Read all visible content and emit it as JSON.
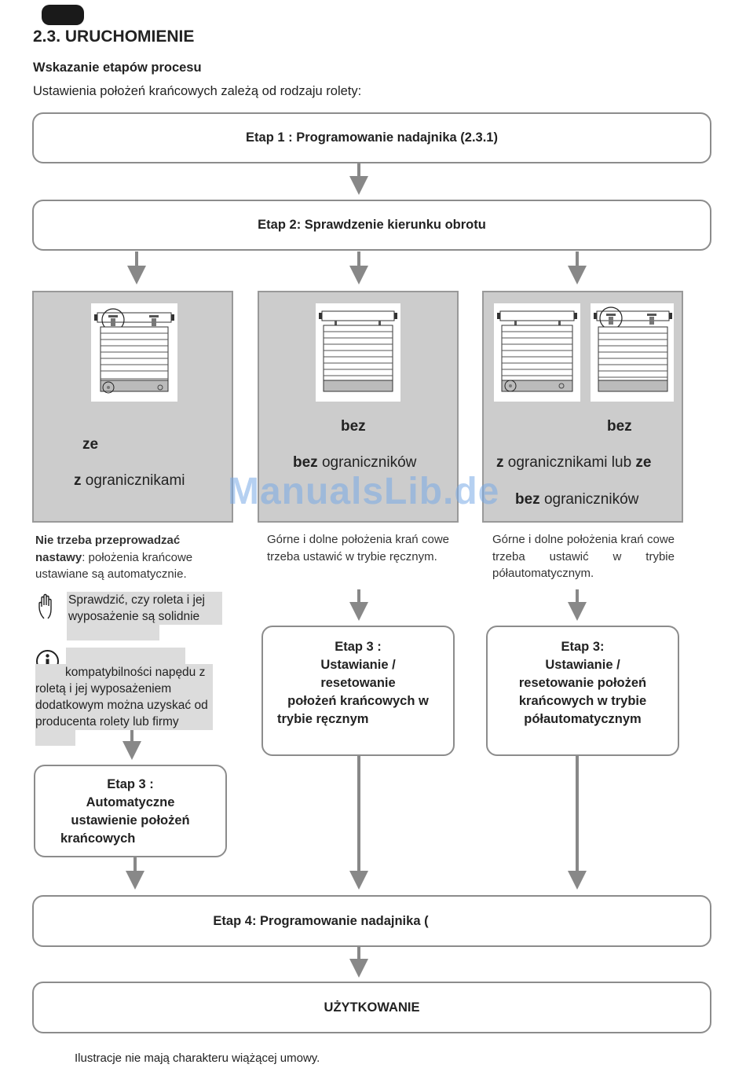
{
  "section_title": "2.3. URUCHOMIENIE",
  "subtitle": "Wskazanie etapów procesu",
  "intro": "Ustawienia położeń krańcowych zależą od rodzaju rolety:",
  "stage1": "Etap 1 : Programowanie nadajnika (2.3.1)",
  "stage2": "Etap 2: Sprawdzenie kierunku obrotu",
  "col1": {
    "line1": "ze",
    "line2_bold": "z",
    "line2_rest": " ogranicznikami",
    "desc_bold": "Nie trzeba przeprowadzać nastawy",
    "desc_rest": ": położenia krańcowe ustawiane są automatycznie.",
    "note_hand": "Sprawdzić, czy roleta i jej wyposażenie są solidnie",
    "note_info": "kompatybilności napędu z roletą i jej wyposażeniem dodatkowym można uzyskać od producenta rolety lub firmy",
    "stage3": [
      "Etap 3  :",
      "Automatyczne",
      "ustawienie położeń",
      "krańcowych"
    ]
  },
  "col2": {
    "line1": "bez",
    "line2_bold": "bez",
    "line2_rest": " ograniczników",
    "desc": "Górne i dolne położenia krań cowe trzeba ustawić w trybie ręcznym.",
    "stage3": [
      "Etap 3  :",
      "Ustawianie /",
      "resetowanie",
      "położeń krańcowych w",
      "trybie ręcznym"
    ]
  },
  "col3": {
    "line1": "bez",
    "line2_bold_a": "z",
    "line2_mid": " ogranicznikami lub ",
    "line2_bold_b": "ze",
    "line3_bold": "bez",
    "line3_rest": " ograniczników",
    "desc": "Górne i dolne położenia krań cowe trzeba ustawić w trybie półautomatycznym.",
    "stage3": [
      "Etap  3:",
      "Ustawianie /",
      "resetowanie położeń",
      "krańcowych w trybie",
      "półautomatycznym"
    ]
  },
  "stage4": "Etap 4: Programowanie nadajnika (",
  "usage": "UŻYTKOWANIE",
  "footer": "Ilustracje nie mają charakteru wiążącej umowy.",
  "watermark": "ManualsLib.de",
  "icons": [
    "hand-icon",
    "info-icon"
  ],
  "colors": {
    "panel": "#cccccc",
    "border": "#8c8c8c",
    "arrow": "#888888",
    "watermark": "#78aae6"
  }
}
